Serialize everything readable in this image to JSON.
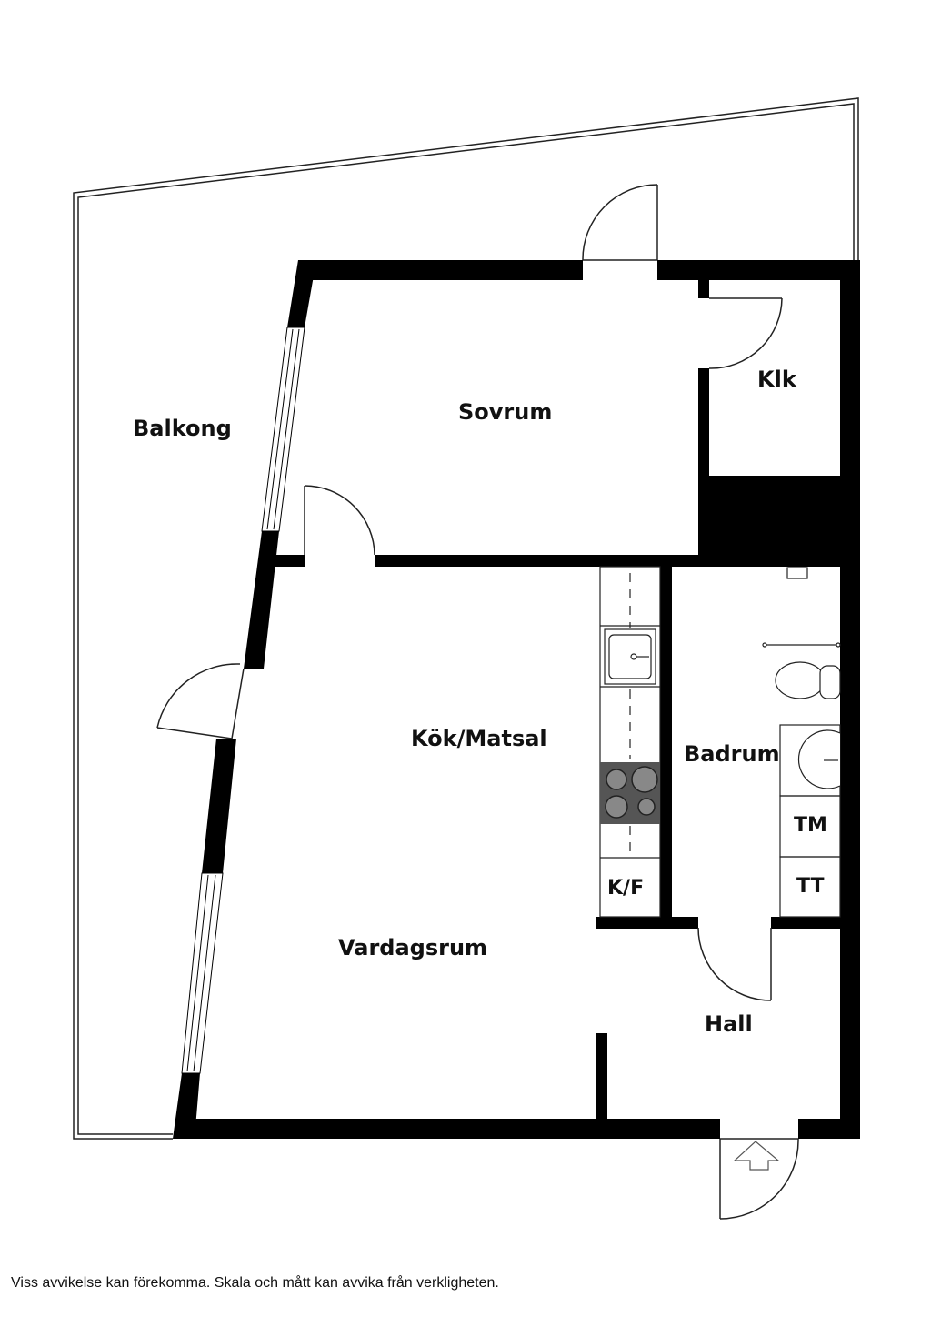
{
  "rooms": {
    "balkong": "Balkong",
    "sovrum": "Sovrum",
    "klk": "Klk",
    "kok_matsal": "Kök/Matsal",
    "badrum": "Badrum",
    "vardagsrum": "Vardagsrum",
    "hall": "Hall"
  },
  "fixtures": {
    "kyl_frys": "K/F",
    "tvattmaskin": "TM",
    "torktumlare": "TT"
  },
  "disclaimer": "Viss avvikelse kan förekomma. Skala och mått kan avvika från verkligheten.",
  "colors": {
    "wall": "#000000",
    "stove": "#555555",
    "line": "#222222"
  }
}
